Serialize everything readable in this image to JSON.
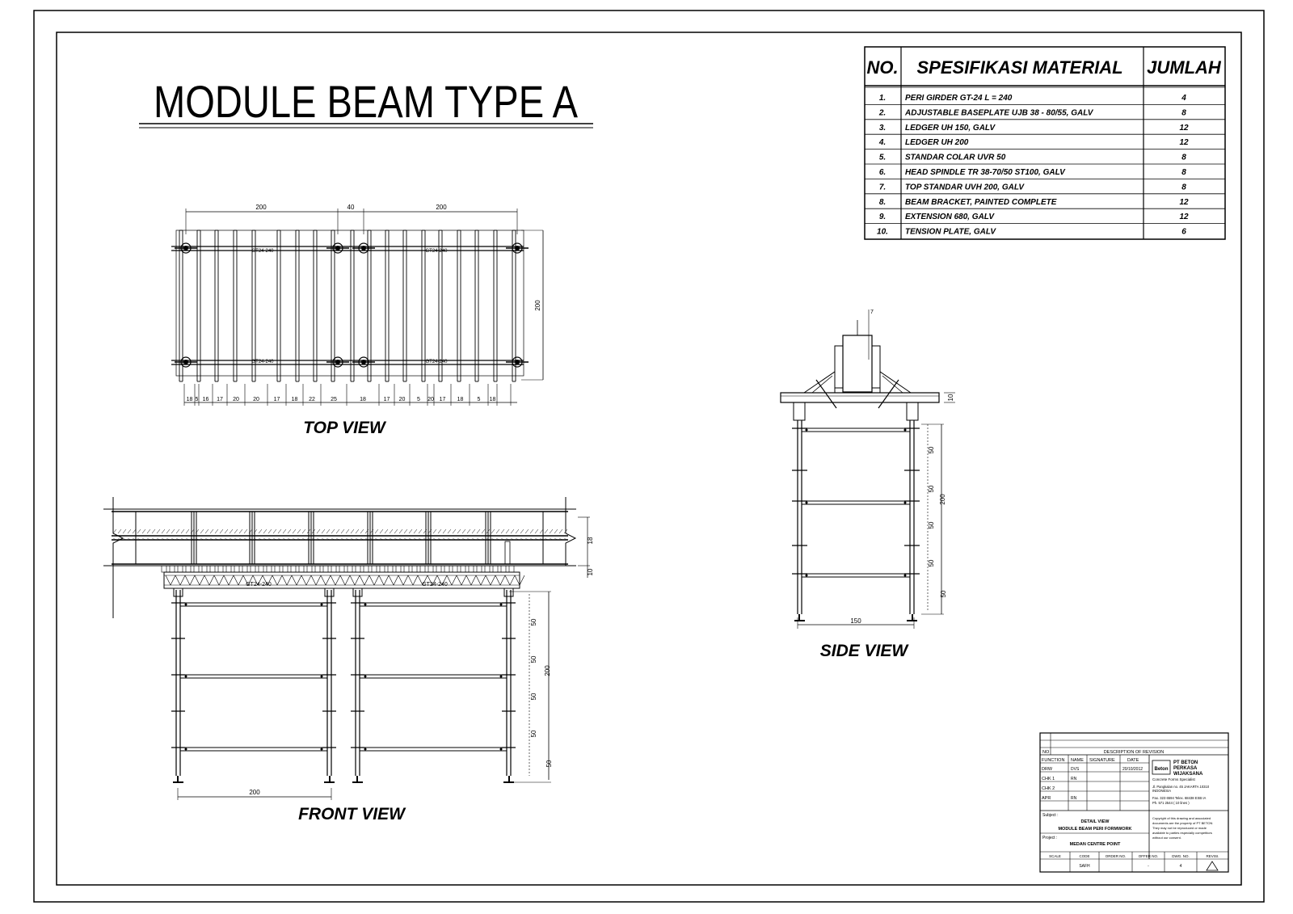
{
  "drawing": {
    "title": "MODULE BEAM TYPE A",
    "views": {
      "top": "TOP VIEW",
      "front": "FRONT VIEW",
      "side": "SIDE VIEW"
    }
  },
  "material_table": {
    "headers": {
      "no": "NO.",
      "spec": "SPESIFIKASI MATERIAL",
      "qty": "JUMLAH"
    },
    "rows": [
      {
        "no": "1.",
        "spec": "PERI GIRDER GT-24 L = 240",
        "qty": "4"
      },
      {
        "no": "2.",
        "spec": "ADJUSTABLE BASEPLATE UJB 38 - 80/55, GALV",
        "qty": "8"
      },
      {
        "no": "3.",
        "spec": "LEDGER UH 150, GALV",
        "qty": "12"
      },
      {
        "no": "4.",
        "spec": "LEDGER UH 200",
        "qty": "12"
      },
      {
        "no": "5.",
        "spec": "STANDAR COLAR UVR 50",
        "qty": "8"
      },
      {
        "no": "6.",
        "spec": "HEAD SPINDLE TR 38-70/50 ST100, GALV",
        "qty": "8"
      },
      {
        "no": "7.",
        "spec": "TOP STANDAR UVH 200, GALV",
        "qty": "8"
      },
      {
        "no": "8.",
        "spec": "BEAM BRACKET, PAINTED COMPLETE",
        "qty": "12"
      },
      {
        "no": "9.",
        "spec": "EXTENSION 680, GALV",
        "qty": "12"
      },
      {
        "no": "10.",
        "spec": "TENSION PLATE, GALV",
        "qty": "6"
      }
    ]
  },
  "top_view_dims": {
    "top": [
      "200",
      "40",
      "200"
    ],
    "right": "200",
    "bottom": [
      "18",
      "5",
      "16",
      "17",
      "20",
      "20",
      "17",
      "18",
      "22",
      "25",
      "18",
      "17",
      "20",
      "5",
      "20",
      "17",
      "18",
      "5",
      "18"
    ],
    "girder_labels": [
      "GT24-240",
      "GT24-240",
      "GT24-240",
      "GT24-240"
    ]
  },
  "front_view_dims": {
    "right": [
      "50",
      "50",
      "50",
      "50",
      "50"
    ],
    "total": "200",
    "bottom": "200",
    "girders": [
      "GT24-240",
      "GT24-240"
    ],
    "top_right": [
      "18",
      "10"
    ]
  },
  "side_view_dims": {
    "right": [
      "50",
      "50",
      "50",
      "50",
      "50"
    ],
    "total": "200",
    "bottom": "150",
    "top": "7",
    "top_right": "10"
  },
  "title_block": {
    "no": "NO",
    "description": "DESCRIPTION OF REVISION",
    "function": "FUNCTION",
    "name": "NAME",
    "signature": "SIGNATURE",
    "date": "DATE",
    "rows": [
      {
        "fn": "DRW",
        "name": "DVS",
        "date": "20/10/2012"
      },
      {
        "fn": "CHK 1",
        "name": "RN",
        "date": ""
      },
      {
        "fn": "CHK 2",
        "name": "",
        "date": ""
      },
      {
        "fn": "APR",
        "name": "RN",
        "date": ""
      }
    ],
    "company_logo": "Beton",
    "company": "PT BETON PERKASA WIJAKSANA",
    "company_sub": "Concrete Forms Specialist",
    "address": "Jl. Pangkalan no. 45 JAKARTA 10310 INDONESIA",
    "phone": "Fax. 323 6594 Telex. 68438 ESB IA Ph. 571 2544 ( 10 lines )",
    "copyright": "Copyright of this drawing and associated documents are the property of PT BETON They may not be reproduced or made available to parties especially competitors without our consent.",
    "subject_label": "Subject :",
    "subject_1": "DETAIL VIEW",
    "subject_2": "MODULE BEAM PERI FORMWORK",
    "project_label": "Project :",
    "project": "MEDAN CENTRE POINT",
    "footer_headers": [
      "SCALE",
      "CODE",
      "ORDER NO.",
      "OFFER NO.",
      "DWG. NO.",
      "REVISI."
    ],
    "footer_values": [
      "",
      "SAFH",
      "",
      "-",
      "4",
      ""
    ]
  }
}
